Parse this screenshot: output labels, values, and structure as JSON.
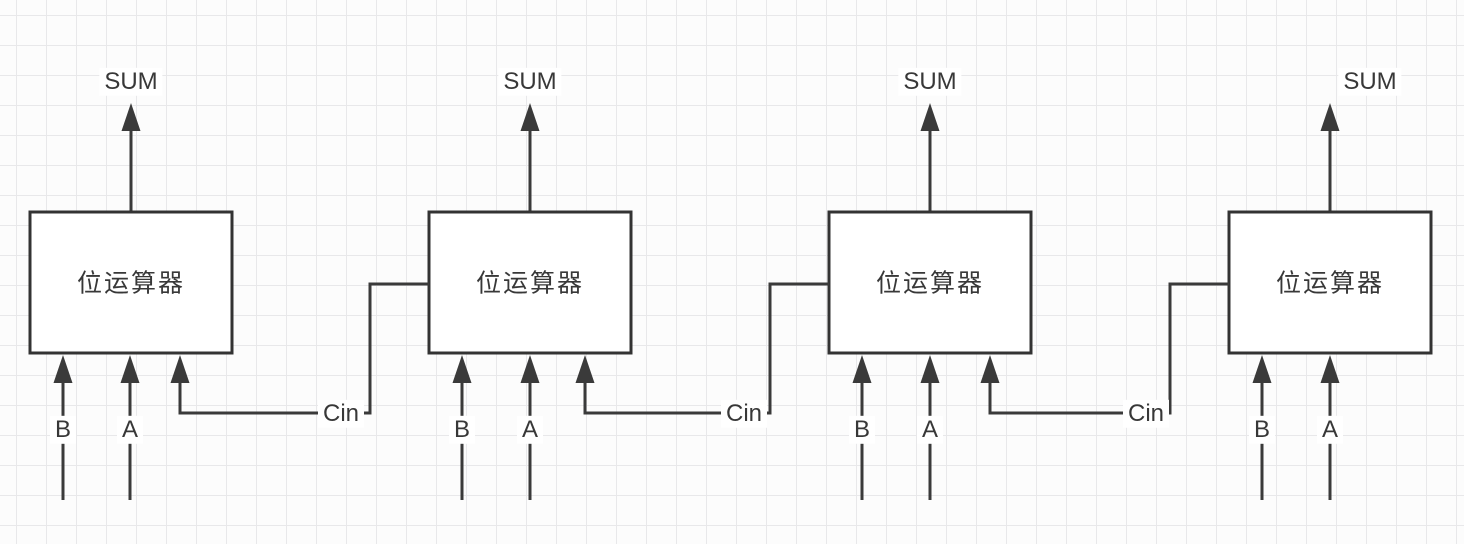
{
  "diagram": {
    "description": "ripple-carry bit-adder chain of four units",
    "units": [
      {
        "label": "位运算器",
        "sum_label": "SUM",
        "input_b_label": "B",
        "input_a_label": "A"
      },
      {
        "label": "位运算器",
        "sum_label": "SUM",
        "input_b_label": "B",
        "input_a_label": "A"
      },
      {
        "label": "位运算器",
        "sum_label": "SUM",
        "input_b_label": "B",
        "input_a_label": "A"
      },
      {
        "label": "位运算器",
        "sum_label": "SUM",
        "input_b_label": "B",
        "input_a_label": "A"
      }
    ],
    "carry_labels": [
      "Cin",
      "Cin",
      "Cin"
    ],
    "colors": {
      "stroke": "#3a3a3a",
      "box_border": "#333333",
      "box_fill": "#ffffff",
      "text": "#383838",
      "grid_line": "#e8e8ea",
      "background": "#fcfcfc"
    }
  }
}
